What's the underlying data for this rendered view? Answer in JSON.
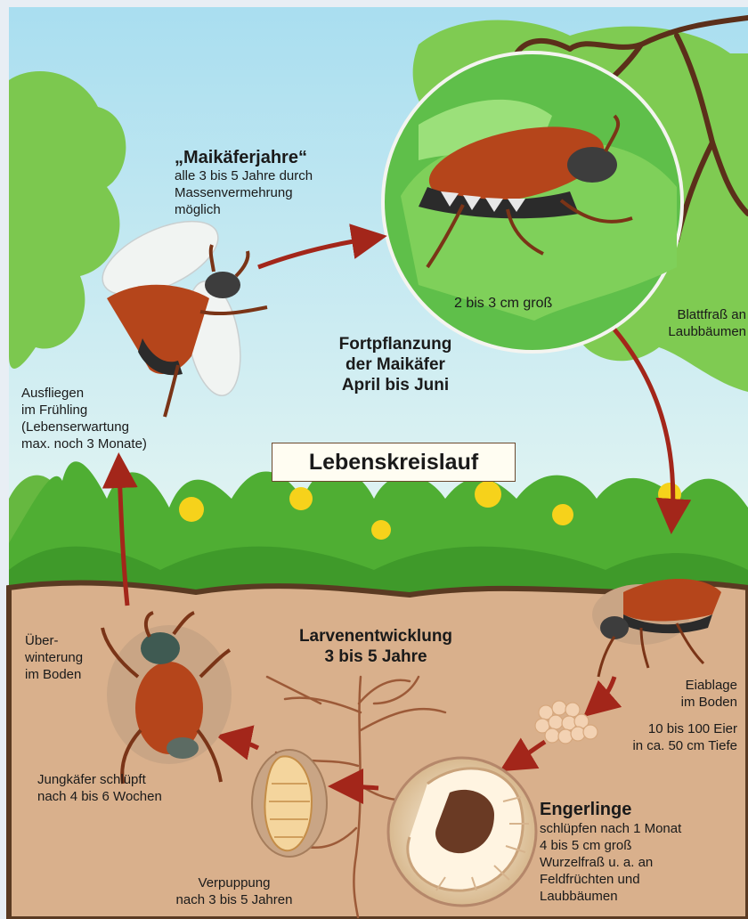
{
  "diagram": {
    "title": "Lebenskreislauf",
    "maikaeferjahre": {
      "heading": "„Maikäferjahre“",
      "text": "alle 3 bis 5 Jahre durch\nMassenvermehrung\nmöglich"
    },
    "fortpflanzung": "Fortpflanzung\nder Maikäfer\nApril bis Juni",
    "groesse": "2 bis 3 cm groß",
    "blattfrass": "Blattfraß an\nLaubbäumen",
    "ausfliegen": "Ausfliegen\nim Frühling\n(Lebenserwartung\nmax. noch 3 Monate)",
    "larvenentwicklung": "Larvenentwicklung\n3 bis 5 Jahre",
    "ueberwinterung": "Über-\nwinterung\nim Boden",
    "eiablage": "Eiablage\nim Boden",
    "eier": "10 bis 100 Eier\nin ca. 50 cm Tiefe",
    "jungkaefer": "Jungkäfer schlüpft\nnach 4 bis 6 Wochen",
    "engerlinge": {
      "heading": "Engerlinge",
      "text": "schlüpfen nach 1 Monat\n4 bis 5 cm groß\nWurzelfraß u. a. an\nFeldfrüchten und\nLaubbäumen"
    },
    "verpuppung": "Verpuppung\nnach 3 bis 5 Jahren"
  },
  "colors": {
    "sky": "#bfe6f2",
    "soil": "#d9b08c",
    "soil_edge": "#5a3a22",
    "grass": "#4fae33",
    "leaves": "#6fc14a",
    "arrow": "#a3261a",
    "beetle": "#b5451b"
  }
}
